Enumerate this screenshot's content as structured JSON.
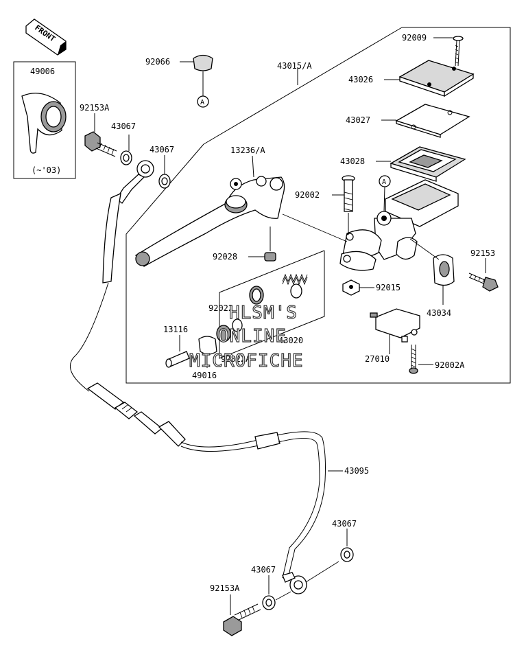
{
  "front_label": "FRONT",
  "callout_letter": "A",
  "watermark": [
    "HLSM'S",
    "ONLINE",
    "MICROFICHE"
  ],
  "parts": {
    "p92009": "92009",
    "p43015": "43015/A",
    "p92066": "92066",
    "p49006": "49006",
    "p43026": "43026",
    "p43027": "43027",
    "p92153A_top": "92153A",
    "p43067_a": "43067",
    "p43067_b": "43067",
    "p13236": "13236/A",
    "p43028": "43028",
    "p92002": "92002",
    "p92028": "92028",
    "p92153": "92153",
    "p92015": "92015",
    "p92022": "92022",
    "p43020": "43020",
    "p13116": "13116",
    "p92022A": "92022A",
    "p49016": "49016",
    "p43034": "43034",
    "p27010": "27010",
    "p92002A": "92002A",
    "p43095": "43095",
    "p43067_c": "43067",
    "p43067_d": "43067",
    "p92153A_bottom": "92153A"
  },
  "note_03": "(~'03)"
}
